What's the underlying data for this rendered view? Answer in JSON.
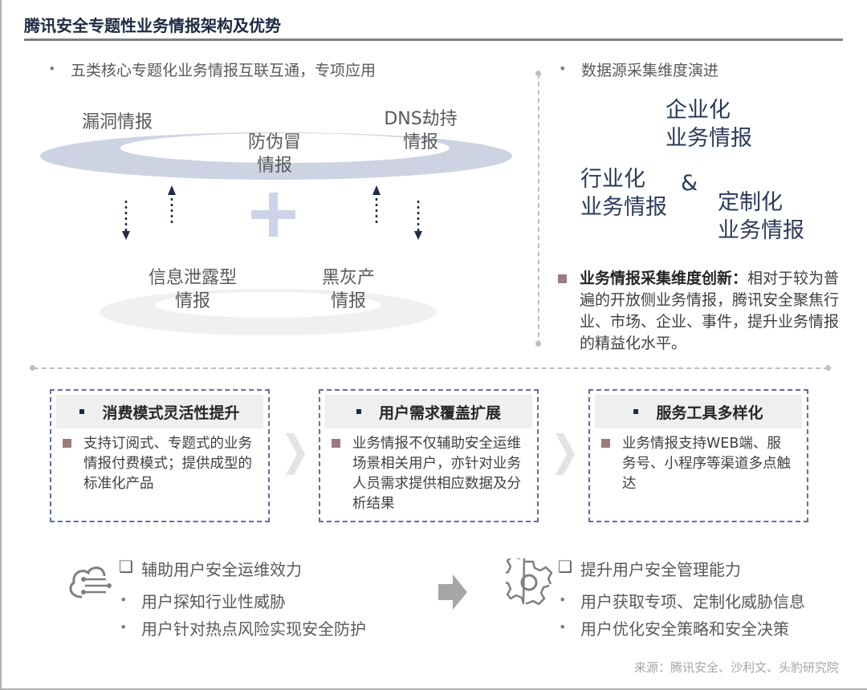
{
  "title": "腾讯安全专题性业务情报架构及优势",
  "left_section": {
    "heading": "五类核心专题化业务情报互联互通，专项应用",
    "labels": {
      "vuln": "漏洞情报",
      "anti_fake_1": "防伪冒",
      "anti_fake_2": "情报",
      "dns_1": "DNS劫持",
      "dns_2": "情报",
      "leak_1": "信息泄露型",
      "leak_2": "情报",
      "blackgray_1": "黑灰产",
      "blackgray_2": "情报"
    }
  },
  "right_section": {
    "heading": "数据源采集维度演进",
    "enterprise": [
      "企业化",
      "业务情报"
    ],
    "industry": [
      "行业化",
      "业务情报"
    ],
    "ampersand": "&",
    "custom": [
      "定制化",
      "业务情报"
    ],
    "innovation_bold": "业务情报采集维度创新：",
    "innovation_text": "相对于较为普遍的开放侧业务情报，腾讯安全聚焦行业、市场、企业、事件，提升业务情报的精益化水平。"
  },
  "boxes": [
    {
      "title": "消费模式灵活性提升",
      "text": "支持订阅式、专题式的业务情报付费模式；提供成型的标准化产品"
    },
    {
      "title": "用户需求覆盖扩展",
      "text": "业务情报不仅辅助安全运维场景相关用户，亦针对业务人员需求提供相应数据及分析结果"
    },
    {
      "title": "服务工具多样化",
      "text": "业务情报支持WEB端、服务号、小程序等渠道多点触达"
    }
  ],
  "bottom": {
    "left": {
      "checkbox": "❑",
      "title": "辅助用户安全运维效力",
      "items": [
        "用户探知行业性威胁",
        "用户针对热点风险实现安全防护"
      ]
    },
    "right": {
      "checkbox": "❑",
      "title": "提升用户安全管理能力",
      "items": [
        "用户获取专项、定制化威胁信息",
        "用户优化安全策略和安全决策"
      ]
    }
  },
  "bullet": "•",
  "source": "来源：腾讯安全、沙利文、头豹研究院"
}
